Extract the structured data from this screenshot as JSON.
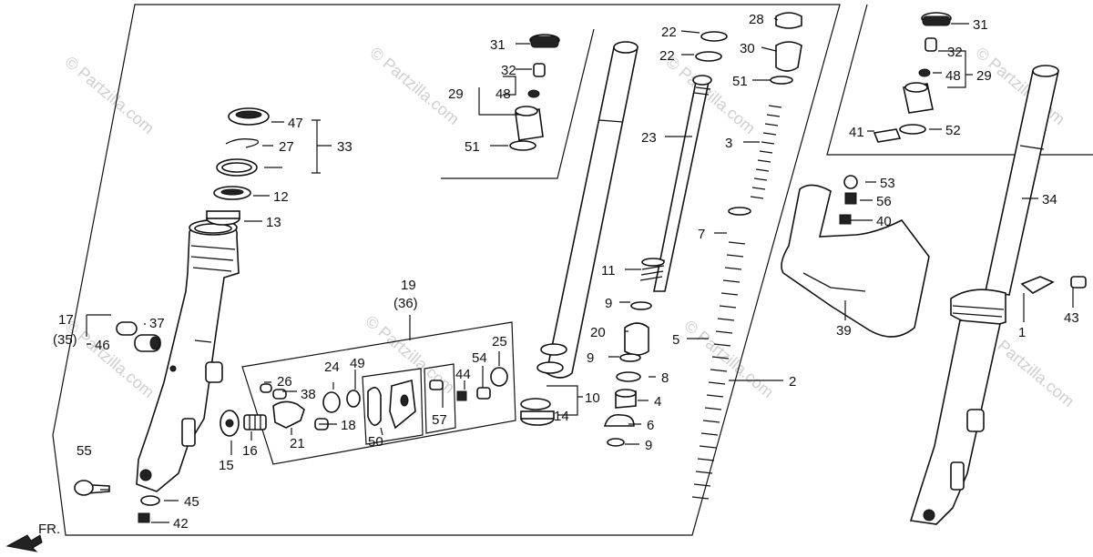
{
  "watermark": "© Partzilla.com",
  "front_label": "FR.",
  "callouts": {
    "c1": "1",
    "c2": "2",
    "c3": "3",
    "c4": "4",
    "c5": "5",
    "c6": "6",
    "c7": "7",
    "c8": "8",
    "c9a": "9",
    "c9b": "9",
    "c9c": "9",
    "c10": "10",
    "c11": "11",
    "c12": "12",
    "c13": "13",
    "c14": "14",
    "c15": "15",
    "c16": "16",
    "c17": "17",
    "c18": "18",
    "c19": "19",
    "c20": "20",
    "c21": "21",
    "c22a": "22",
    "c22b": "22",
    "c23": "23",
    "c24": "24",
    "c25": "25",
    "c26": "26",
    "c27": "27",
    "c28": "28",
    "c29a": "29",
    "c29b": "29",
    "c30": "30",
    "c31a": "31",
    "c31b": "31",
    "c32a": "32",
    "c32b": "32",
    "c33": "33",
    "c34": "34",
    "c35": "(35)",
    "c36": "(36)",
    "c37": "37",
    "c38": "38",
    "c39": "39",
    "c40": "40",
    "c41": "41",
    "c42": "42",
    "c43": "43",
    "c44": "44",
    "c45": "45",
    "c46": "46",
    "c47": "47",
    "c48a": "48",
    "c48b": "48",
    "c49": "49",
    "c50": "50",
    "c51a": "51",
    "c51b": "51",
    "c52": "52",
    "c53": "53",
    "c54": "54",
    "c55": "55",
    "c56": "56",
    "c57": "57"
  }
}
